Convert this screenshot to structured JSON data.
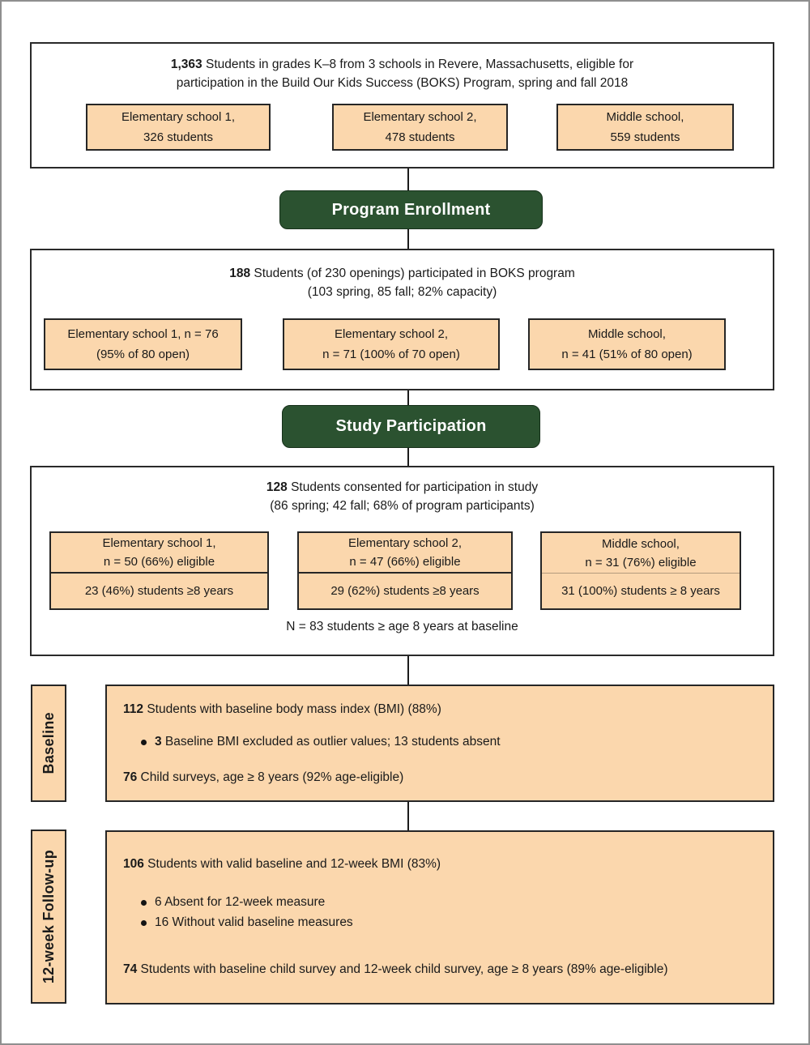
{
  "figure": {
    "colors": {
      "peach": "#fbd7ad",
      "green": "#2b5230",
      "ink": "#1a1a1a"
    }
  },
  "badges": {
    "enrollment": "Program Enrollment",
    "participation": "Study Participation"
  },
  "eligibility": {
    "count": "1,363",
    "header_rest": " Students in grades K–8 from 3 schools in Revere, Massachusetts, eligible for",
    "header_line2": "participation in the Build Our Kids Success (BOKS) Program, spring and fall 2018",
    "schools": [
      {
        "line1": "Elementary school 1,",
        "line2": "326 students"
      },
      {
        "line1": "Elementary school 2,",
        "line2": "478 students"
      },
      {
        "line1": "Middle school,",
        "line2": "559 students"
      }
    ]
  },
  "enrollment": {
    "count": "188",
    "header_rest": " Students (of 230 openings) participated in BOKS program",
    "header_line2": "(103 spring, 85 fall; 82% capacity)",
    "schools": [
      {
        "line1": "Elementary school 1, n = 76",
        "line2": "(95% of 80 open)"
      },
      {
        "line1": "Elementary school 2,",
        "line2": "n = 71 (100% of 70 open)"
      },
      {
        "line1": "Middle school,",
        "line2": "n = 41 (51% of 80 open)"
      }
    ]
  },
  "participation": {
    "count": "128",
    "header_rest": " Students consented for participation in study",
    "header_line2": "(86 spring; 42 fall; 68% of program participants)",
    "schools": [
      {
        "line1": "Elementary school 1,",
        "line2": "n = 50 (66%) eligible",
        "row2": "23 (46%) students ≥8 years"
      },
      {
        "line1": "Elementary school 2,",
        "line2": "n = 47 (66%) eligible",
        "row2": "29 (62%) students ≥8 years"
      },
      {
        "line1": "Middle school,",
        "line2": "n = 31 (76%) eligible",
        "row2": "31 (100%) students ≥ 8 years"
      }
    ],
    "footnote": "N = 83 students ≥ age 8 years at baseline"
  },
  "baseline": {
    "side_label": "Baseline",
    "line1_bold": "112",
    "line1_rest": " Students with baseline body mass index (BMI) (88%)",
    "bullets": [
      {
        "bold": "3",
        "rest": " Baseline BMI excluded as outlier values; 13 students absent"
      }
    ],
    "line2_bold": "76",
    "line2_rest": " Child surveys, age ≥ 8 years (92% age-eligible)"
  },
  "followup": {
    "side_label": "12-week Follow-up",
    "line1_bold": "106",
    "line1_rest": " Students with valid baseline and 12-week BMI (83%)",
    "bullets": [
      {
        "bold": "",
        "rest": "6 Absent for 12-week measure"
      },
      {
        "bold": "",
        "rest": "16 Without valid baseline measures"
      }
    ],
    "line2_bold": "74",
    "line2_rest": " Students with baseline child survey and 12-week child survey, age ≥ 8 years (89% age-eligible)"
  }
}
